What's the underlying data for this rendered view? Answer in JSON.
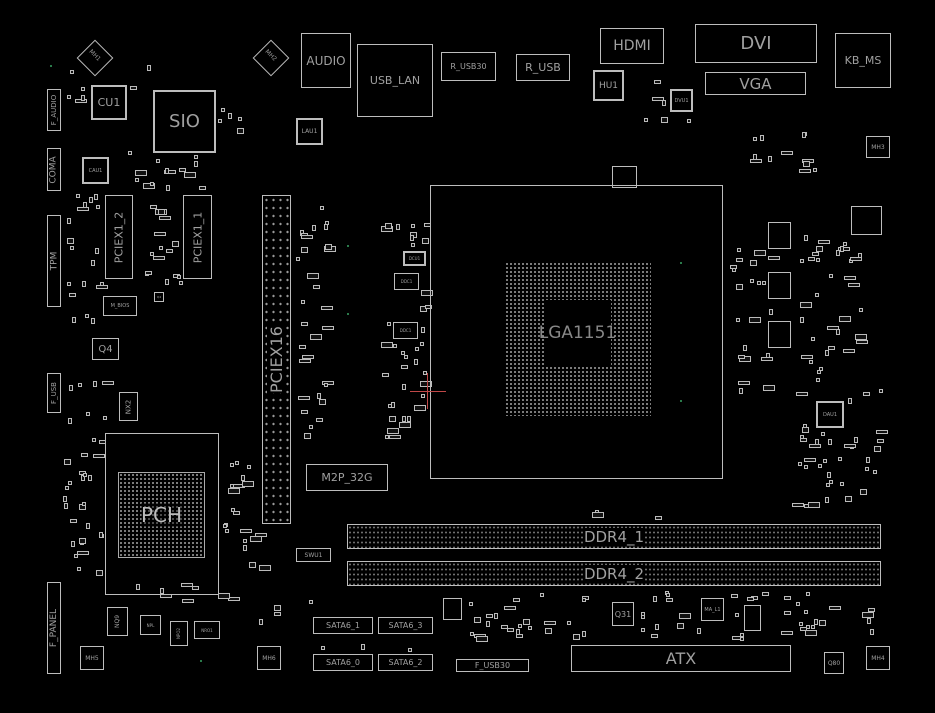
{
  "board": {
    "mounting_holes": {
      "mh1": "MH1",
      "mh2": "MH2",
      "mh3": "MH3",
      "mh4": "MH4",
      "mh5": "MH5",
      "mh6": "MH6"
    },
    "rear_io": {
      "audio": "AUDIO",
      "usb_lan": "USB_LAN",
      "r_usb30": "R_USB30",
      "r_usb": "R_USB",
      "hdmi": "HDMI",
      "dvi": "DVI",
      "vga": "VGA",
      "kb_ms": "KB_MS"
    },
    "chips": {
      "hu1": "HU1",
      "dvu1": "DVU1",
      "cu1": "CU1",
      "sio": "SIO",
      "cau1": "CAU1",
      "lau1": "LAU1",
      "dcu1": "DCU1",
      "ddc1": "DDC1",
      "ddc2": "DDC1",
      "m_bios": "M_BIOS",
      "q4": "Q4",
      "nx2": "NX2",
      "pch": "PCH",
      "dau1": "DAU1",
      "swu1": "SWU1",
      "q31": "Q31",
      "ma_l1": "MA_L1",
      "q80": "Q80",
      "nq9": "NQ9",
      "npl": "NPL",
      "npo2": "NPO2",
      "nro1": "NRO1",
      "q_small": "Q4"
    },
    "headers": {
      "f_audio": "F_AUDIO",
      "coma": "COMA",
      "tpm": "TPM",
      "f_usb": "F_USB",
      "f_panel": "F_PANEL",
      "f_usb30": "F_USB30",
      "atx": "ATX"
    },
    "slots": {
      "pciex1_2": "PCIEX1_2",
      "pciex1_1": "PCIEX1_1",
      "pciex16": "PCIEX16",
      "m2": "M2P_32G",
      "ddr4_1": "DDR4_1",
      "ddr4_2": "DDR4_2"
    },
    "cpu_socket": "LGA1151",
    "sata": {
      "s1": "SATA6_1",
      "s3": "SATA6_3",
      "s0": "SATA6_0",
      "s2": "SATA6_2"
    }
  },
  "colors": {
    "background": "#000000",
    "outline": "#bdbdbd",
    "cursor": "#c04848"
  }
}
